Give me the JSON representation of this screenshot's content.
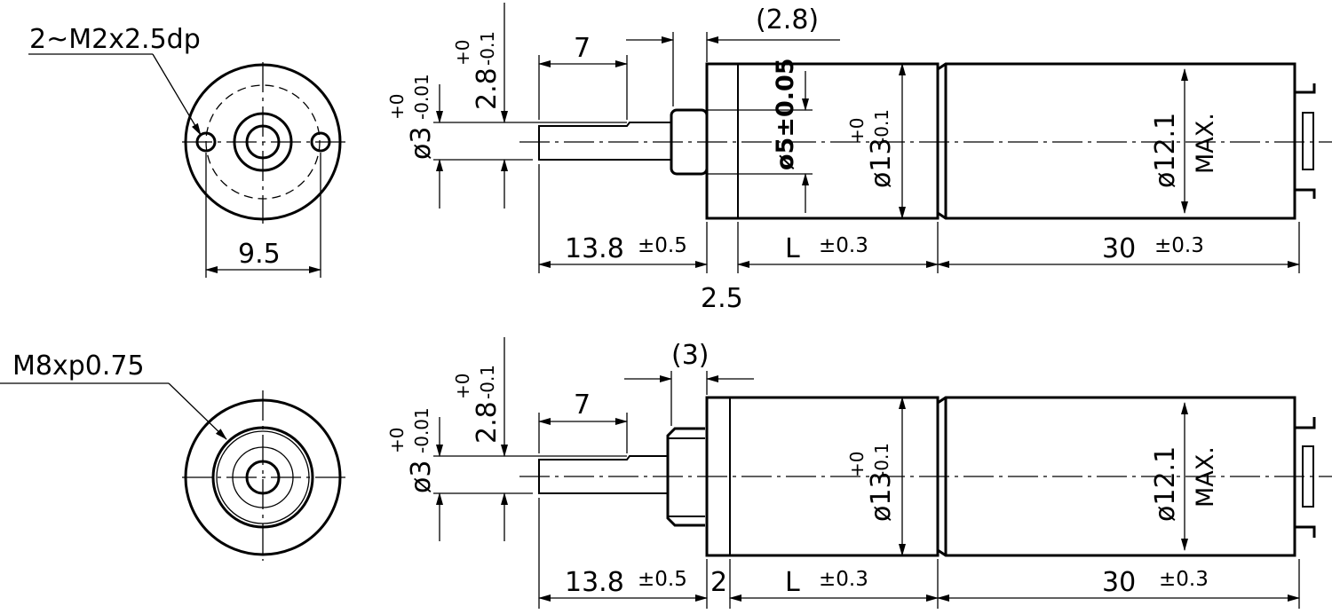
{
  "top_view": {
    "end_view": {
      "thread_callout": "2~M2x2.5dp",
      "hole_spacing": "9.5"
    },
    "side_view": {
      "shaft_diameter": "ø3",
      "shaft_diameter_tol_upper": "+0",
      "shaft_diameter_tol_lower": "-0.01",
      "flat_depth": "2.8",
      "flat_depth_tol_upper": "+0",
      "flat_depth_tol_lower": "-0.1",
      "flat_length": "7",
      "boss_length": "(2.8)",
      "boss_diameter": "ø5±0.05",
      "body_diameter": "ø13",
      "body_diameter_tol_upper": "+0",
      "body_diameter_tol_lower": "-0.1",
      "motor_diameter": "ø12.1",
      "motor_diameter_note": "MAX.",
      "shaft_length": "13.8",
      "shaft_length_tol": "±0.5",
      "collar_length": "2.5",
      "gearbox_length": "L",
      "gearbox_length_tol": "±0.3",
      "motor_length": "30",
      "motor_length_tol": "±0.3"
    }
  },
  "bottom_view": {
    "end_view": {
      "thread_callout": "M8xp0.75"
    },
    "side_view": {
      "shaft_diameter": "ø3",
      "shaft_diameter_tol_upper": "+0",
      "shaft_diameter_tol_lower": "-0.01",
      "flat_depth": "2.8",
      "flat_depth_tol_upper": "+0",
      "flat_depth_tol_lower": "-0.1",
      "flat_length": "7",
      "boss_length": "(3)",
      "body_diameter": "ø13",
      "body_diameter_tol_upper": "+0",
      "body_diameter_tol_lower": "-0.1",
      "motor_diameter": "ø12.1",
      "motor_diameter_note": "MAX.",
      "shaft_length": "13.8",
      "shaft_length_tol": "±0.5",
      "collar_length": "2",
      "gearbox_length": "L",
      "gearbox_length_tol": "±0.3",
      "motor_length": "30",
      "motor_length_tol": "±0.3"
    }
  }
}
